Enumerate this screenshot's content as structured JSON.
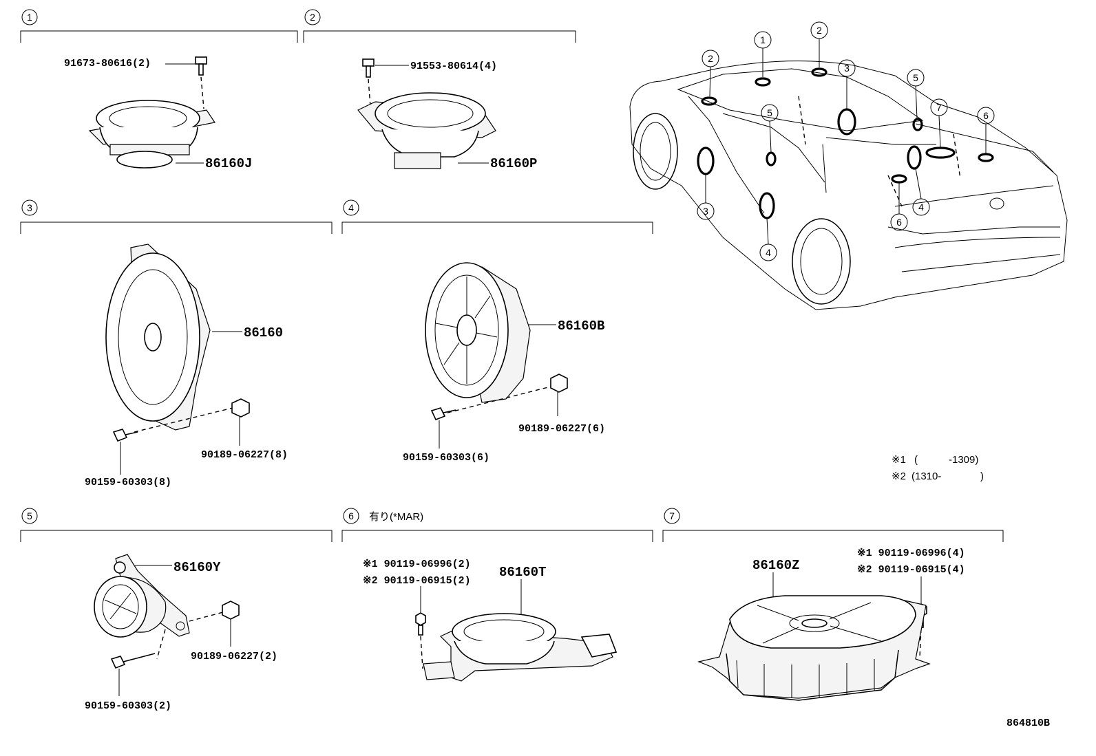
{
  "sections": [
    {
      "number": "1",
      "note": ""
    },
    {
      "number": "2",
      "note": ""
    },
    {
      "number": "3",
      "note": ""
    },
    {
      "number": "4",
      "note": ""
    },
    {
      "number": "5",
      "note": ""
    },
    {
      "number": "6",
      "note": "有り(*MAR)"
    },
    {
      "number": "7",
      "note": ""
    }
  ],
  "parts": {
    "s1_speaker": "86160J",
    "s1_screw": "91673-80616(2)",
    "s2_speaker": "86160P",
    "s2_screw": "91553-80614(4)",
    "s3_speaker": "86160",
    "s3_nut": "90189-06227(8)",
    "s3_screw": "90159-60303(8)",
    "s4_speaker": "86160B",
    "s4_nut": "90189-06227(6)",
    "s4_screw": "90159-60303(6)",
    "s5_speaker": "86160Y",
    "s5_nut": "90189-06227(2)",
    "s5_screw": "90159-60303(2)",
    "s6_speaker": "86160T",
    "s6_bolt1": "※1 90119-06996(2)",
    "s6_bolt2": "※2 90119-06915(2)",
    "s7_speaker": "86160Z",
    "s7_bolt1": "※1 90119-06996(4)",
    "s7_bolt2": "※2 90119-06915(4)"
  },
  "notes": {
    "n1_mark": "※1",
    "n1_open": "(",
    "n1_range": "-1309)",
    "n2_mark": "※2",
    "n2_range": "(1310-",
    "n2_close": ")"
  },
  "car_callouts": [
    "1",
    "2",
    "2",
    "3",
    "3",
    "4",
    "4",
    "5",
    "5",
    "6",
    "6",
    "7"
  ],
  "diagram_id": "864810B"
}
